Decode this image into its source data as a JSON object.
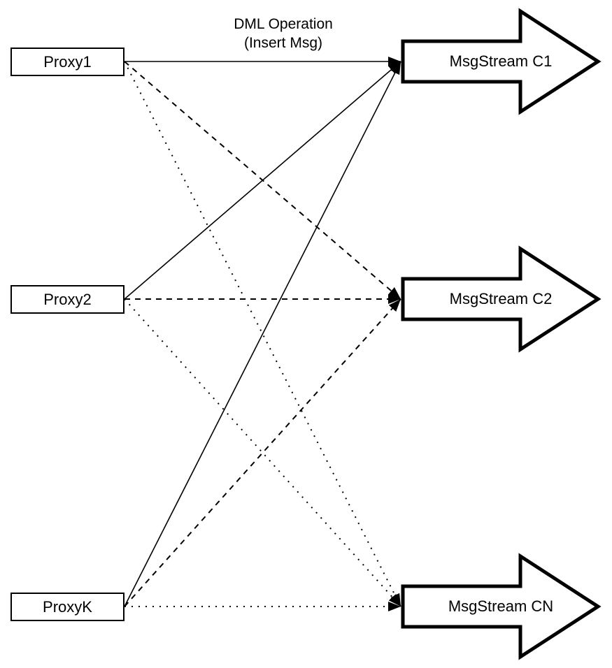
{
  "diagram": {
    "edge_label": {
      "line1": "DML Operation",
      "line2": "(Insert Msg)"
    },
    "proxies": [
      {
        "id": "proxy1",
        "label": "Proxy1"
      },
      {
        "id": "proxy2",
        "label": "Proxy2"
      },
      {
        "id": "proxyk",
        "label": "ProxyK"
      }
    ],
    "streams": [
      {
        "id": "c1",
        "label": "MsgStream C1"
      },
      {
        "id": "c2",
        "label": "MsgStream C2"
      },
      {
        "id": "cn",
        "label": "MsgStream CN"
      }
    ],
    "edges": [
      {
        "from": "proxy1",
        "to": "c1",
        "style": "solid"
      },
      {
        "from": "proxy1",
        "to": "c2",
        "style": "dashed"
      },
      {
        "from": "proxy1",
        "to": "cn",
        "style": "dotted"
      },
      {
        "from": "proxy2",
        "to": "c1",
        "style": "solid"
      },
      {
        "from": "proxy2",
        "to": "c2",
        "style": "dashed"
      },
      {
        "from": "proxy2",
        "to": "cn",
        "style": "dotted"
      },
      {
        "from": "proxyk",
        "to": "c1",
        "style": "solid"
      },
      {
        "from": "proxyk",
        "to": "c2",
        "style": "dashed"
      },
      {
        "from": "proxyk",
        "to": "cn",
        "style": "dotted"
      }
    ],
    "colors": {
      "stroke": "#000000",
      "fill": "#ffffff"
    }
  }
}
